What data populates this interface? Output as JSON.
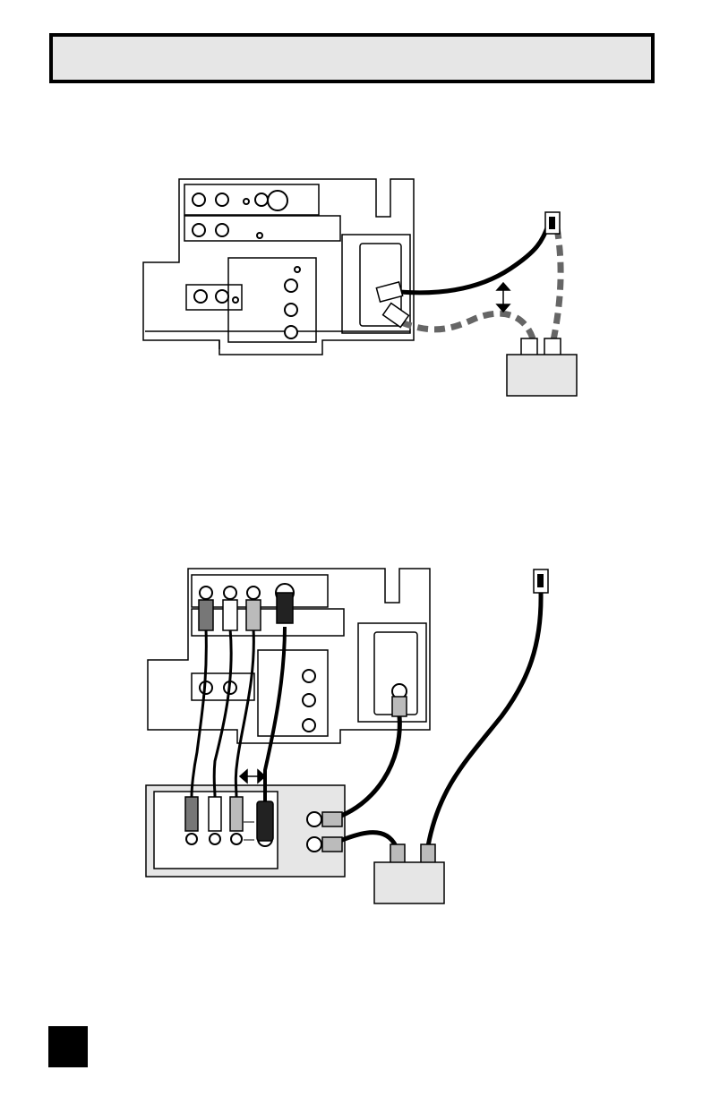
{
  "header": {
    "title": ""
  },
  "page_number": "",
  "colors": {
    "ink": "#000000",
    "panel_gray": "#e6e6e6",
    "cable_gray": "#555555",
    "connector_gray": "#bdbdbd"
  },
  "diagrams": [
    {
      "name": "antenna-cable-connection",
      "parts": [
        "tv-rear-panel",
        "wall-outlet",
        "splitter-box",
        "solid-coax-cable",
        "dashed-coax-cable",
        "double-arrow"
      ]
    },
    {
      "name": "vcr-connection",
      "parts": [
        "tv-rear-panel",
        "wall-outlet",
        "vcr-panel",
        "splitter-box",
        "audio-video-cables",
        "s-video-cable",
        "coax-cables",
        "double-arrow"
      ]
    }
  ]
}
